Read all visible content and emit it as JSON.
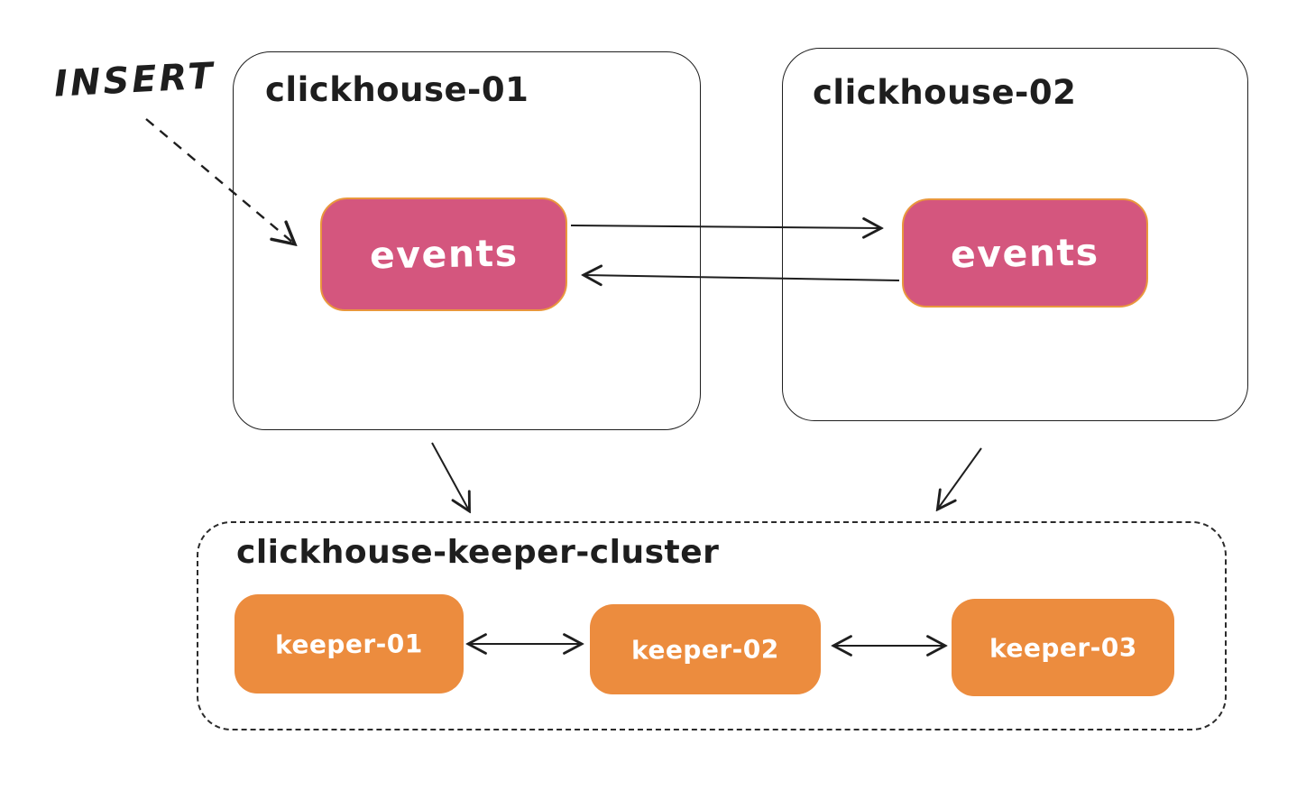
{
  "diagram": {
    "insert_label": "INSERT",
    "nodes": {
      "clickhouse_01": {
        "title": "clickhouse-01",
        "table": "events"
      },
      "clickhouse_02": {
        "title": "clickhouse-02",
        "table": "events"
      },
      "keeper_cluster": {
        "title": "clickhouse-keeper-cluster",
        "keepers": [
          "keeper-01",
          "keeper-02",
          "keeper-03"
        ]
      }
    },
    "edges": [
      {
        "name": "insert-arrow",
        "from": "client",
        "to": "clickhouse-01.events",
        "style": "dashed"
      },
      {
        "name": "replication-arrow-right",
        "from": "clickhouse-01.events",
        "to": "clickhouse-02.events",
        "style": "solid"
      },
      {
        "name": "replication-arrow-left",
        "from": "clickhouse-02.events",
        "to": "clickhouse-01.events",
        "style": "solid"
      },
      {
        "name": "keeper-link-clickhouse-01",
        "from": "clickhouse-01",
        "to": "keeper-cluster",
        "style": "solid"
      },
      {
        "name": "keeper-link-clickhouse-02",
        "from": "clickhouse-02",
        "to": "keeper-cluster",
        "style": "solid"
      },
      {
        "name": "keeper-01-02-link",
        "from": "keeper-01",
        "to": "keeper-02",
        "style": "double-headed"
      },
      {
        "name": "keeper-02-03-link",
        "from": "keeper-02",
        "to": "keeper-03",
        "style": "double-headed"
      }
    ],
    "colors": {
      "events_fill": "#d4567e",
      "events_border": "#e9973d",
      "keeper_fill": "#ec8c3e",
      "stroke": "#1e1e1e",
      "background": "#ffffff",
      "text_light": "#ffffff"
    }
  }
}
